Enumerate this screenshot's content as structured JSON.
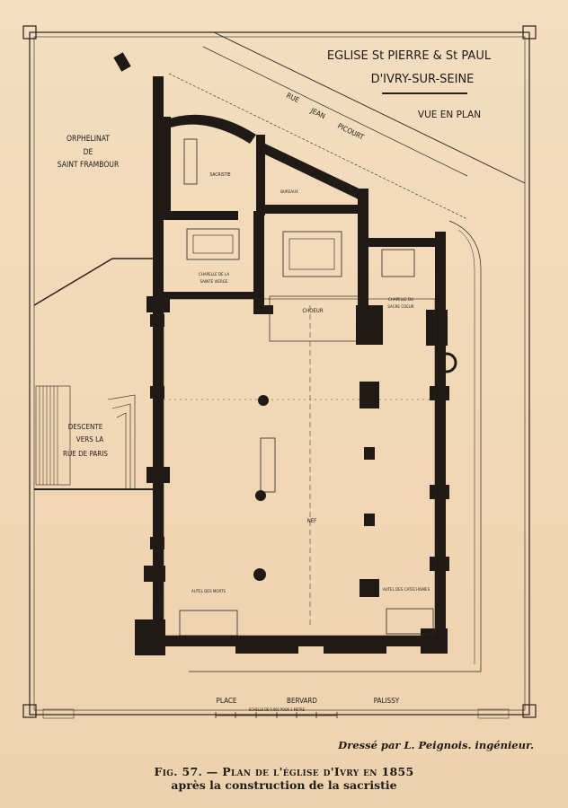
{
  "title": {
    "line1": "EGLISE St PIERRE & St PAUL",
    "line2": "D'IVRY-SUR-SEINE",
    "view": "VUE EN PLAN"
  },
  "streets": {
    "rue": "RUE",
    "jean": "JEAN",
    "picourt": "PICOURT"
  },
  "left_labels": {
    "orphelinat": "ORPHELINAT",
    "de": "DE",
    "saint_frambour": "SAINT FRAMBOUR",
    "descente": "DESCENTE",
    "vers_la": "VERS LA",
    "rue_de_paris": "RUE DE PARIS"
  },
  "rooms": {
    "sacristie": "SACRISTIE",
    "bureaux": "BUREAUX",
    "chapelle_sainte_vierge_1": "CHAPELLE DE LA",
    "chapelle_sainte_vierge_2": "SAINTE VIERGE",
    "choeur": "CHOEUR",
    "chapelle_sacre_coeur_1": "CHAPELLE DU",
    "chapelle_sacre_coeur_2": "SACRE COEUR",
    "nef": "NEF",
    "autel_morts": "AUTEL DES MORTS",
    "autel_catechismes": "AUTEL DES CATECHISMES"
  },
  "bottom": {
    "place": "PLACE",
    "bervard": "BERVARD",
    "palissy": "PALISSY",
    "echelle": "ECHELLE DE 0,005 POUR 1 METRE"
  },
  "signature": "Dressé par L. Peignois. ingénieur.",
  "caption": {
    "fig": "Fig. 57.",
    "title": "— Plan de l'église d'Ivry en 1855",
    "line2": "après la construction de la sacristie"
  }
}
